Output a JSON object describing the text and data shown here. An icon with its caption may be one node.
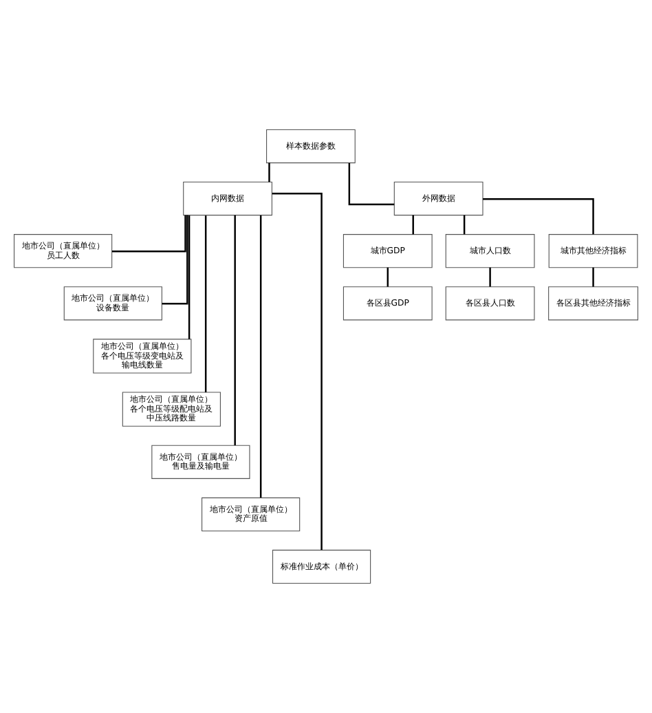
{
  "diagram": {
    "nodes": [
      {
        "text": [
          "样本数据参数"
        ]
      },
      {
        "text": [
          "内网数据"
        ]
      },
      {
        "text": [
          "外网数据"
        ]
      },
      {
        "text": [
          "地市公司（直属单位）员工人数"
        ]
      },
      {
        "text": [
          "地市公司（直属单位）设备数量"
        ]
      },
      {
        "text": [
          "地市公司（直属单位）各个电压等级变电站及输电线数量"
        ]
      },
      {
        "text": [
          "地市公司（直属单位）各个电压等级配电站及中压线路数量"
        ]
      },
      {
        "text": [
          "地市公司（直属单位）售电量及输电量"
        ]
      },
      {
        "text": [
          "地市公司（直属单位）资产原值"
        ]
      },
      {
        "text": [
          "标准作业成本（单价）"
        ]
      },
      {
        "text": [
          "城市GDP"
        ]
      },
      {
        "text": [
          "城市人口数"
        ]
      },
      {
        "text": [
          "城市其他经济指标"
        ]
      },
      {
        "text": [
          "各区县GDP"
        ]
      },
      {
        "text": [
          "各区县人口数"
        ]
      },
      {
        "text": [
          "各区县其他经济指标"
        ]
      }
    ],
    "edges": [
      {
        "from": 0,
        "to": 1,
        "arrow": "none"
      },
      {
        "from": 0,
        "to": 2,
        "arrow": "none"
      },
      {
        "from": 1,
        "to": 3,
        "arrow": "none"
      },
      {
        "from": 1,
        "to": 4,
        "arrow": "none"
      },
      {
        "from": 1,
        "to": 5,
        "arrow": "none"
      },
      {
        "from": 1,
        "to": 6,
        "arrow": "none"
      },
      {
        "from": 1,
        "to": 7,
        "arrow": "none"
      },
      {
        "from": 1,
        "to": 8,
        "arrow": "none"
      },
      {
        "from": 1,
        "to": 9,
        "arrow": "none"
      },
      {
        "from": 2,
        "to": 10,
        "arrow": "none"
      },
      {
        "from": 2,
        "to": 11,
        "arrow": "none"
      },
      {
        "from": 2,
        "to": 12,
        "arrow": "none"
      },
      {
        "from": 10,
        "to": 13,
        "arrow": "none"
      },
      {
        "from": 11,
        "to": 14,
        "arrow": "none"
      },
      {
        "from": 12,
        "to": 15,
        "arrow": "none"
      }
    ]
  }
}
